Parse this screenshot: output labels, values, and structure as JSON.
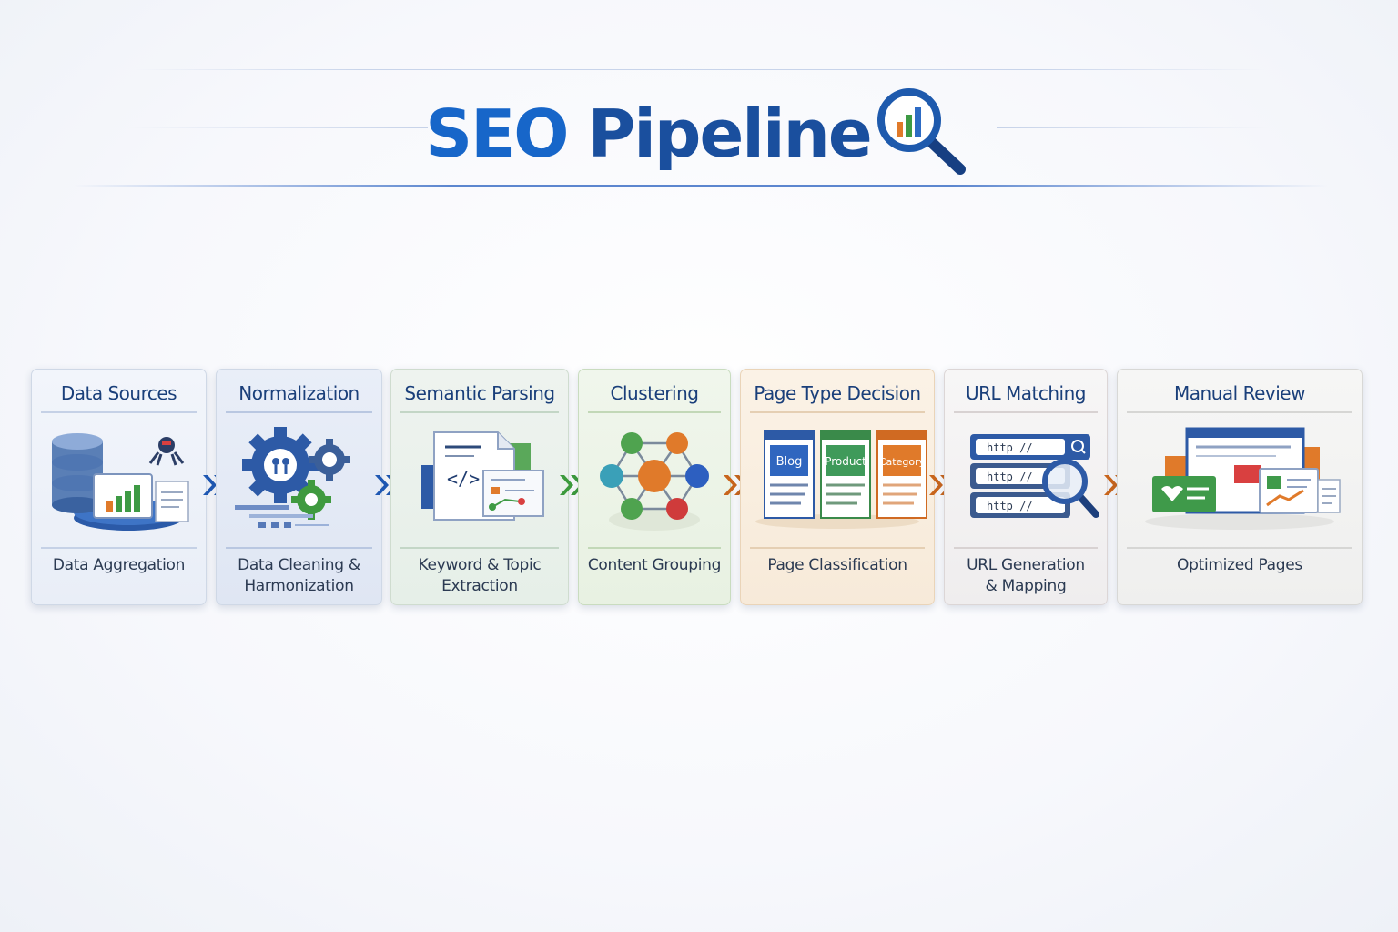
{
  "title": {
    "word1": "SEO",
    "word2": "Pipeline",
    "icon": "magnifier-chart-icon"
  },
  "colors": {
    "blue": "#1a4f9e",
    "green": "#3c9a3c",
    "orange": "#c8651c"
  },
  "stages": [
    {
      "title": "Data Sources",
      "caption": "Data Aggregation",
      "icon": "database-crawler-icon"
    },
    {
      "title": "Normalization",
      "caption": "Data Cleaning &\nHarmonization",
      "icon": "gears-icon"
    },
    {
      "title": "Semantic Parsing",
      "caption": "Keyword & Topic\nExtraction",
      "icon": "code-document-icon"
    },
    {
      "title": "Clustering",
      "caption": "Content Grouping",
      "icon": "node-cluster-icon"
    },
    {
      "title": "Page Type Decision",
      "caption": "Page Classification",
      "icon": "page-types-icon",
      "labels": [
        "Blog",
        "Product",
        "Category"
      ]
    },
    {
      "title": "URL Matching",
      "caption": "URL Generation\n& Mapping",
      "icon": "url-search-icon",
      "labels": [
        "http //",
        "http //",
        "http //"
      ]
    },
    {
      "title": "Manual Review",
      "caption": "Optimized Pages",
      "icon": "optimized-pages-icon"
    }
  ]
}
